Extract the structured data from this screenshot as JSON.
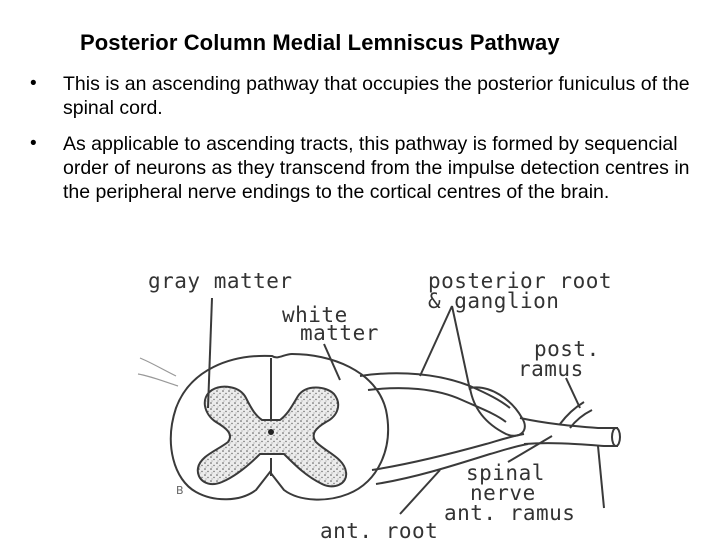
{
  "title": "Posterior Column Medial Lemniscus Pathway",
  "bullets": [
    {
      "marker": "•",
      "text": "This is an ascending pathway that occupies the posterior funiculus of the spinal cord."
    },
    {
      "marker": "•",
      "text": " As applicable to ascending tracts, this pathway is formed by sequencial order of neurons as they transcend from the impulse detection centres in the peripheral nerve endings to the cortical centres of the brain."
    }
  ],
  "diagram": {
    "labels": {
      "gray_matter": "gray matter",
      "white_matter_1": "white",
      "white_matter_2": "matter",
      "posterior_root_1": "posterior root",
      "posterior_root_2": "& ganglion",
      "post_ramus_1": "post.",
      "post_ramus_2": "ramus",
      "spinal_nerve_1": "spinal",
      "spinal_nerve_2": "nerve",
      "ant_ramus": "ant. ramus",
      "ant_root": "ant. root"
    }
  }
}
